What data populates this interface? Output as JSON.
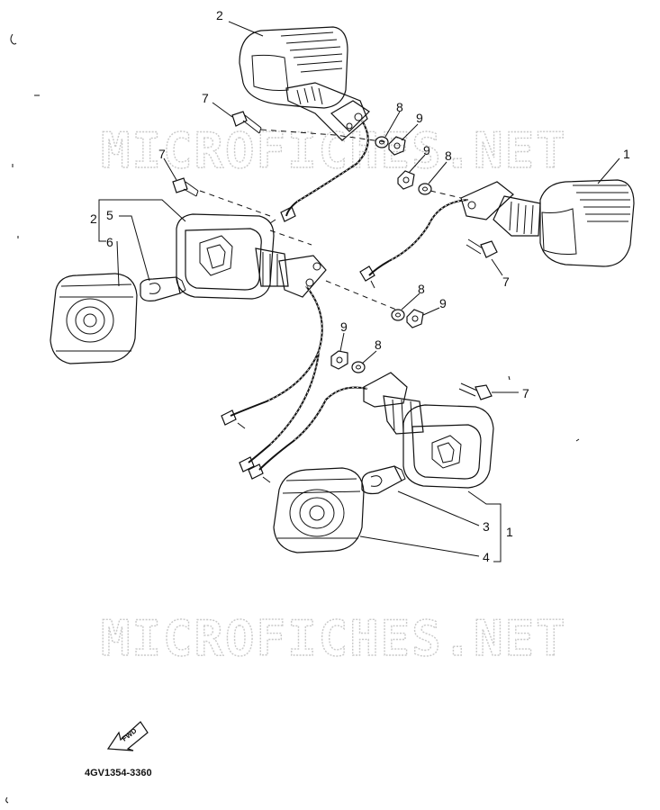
{
  "watermark": {
    "text": "MICROFICHES.NET"
  },
  "callouts": {
    "n1a": "1",
    "n1b": "1",
    "n2a": "2",
    "n2b": "2",
    "n3": "3",
    "n4": "4",
    "n5": "5",
    "n6": "6",
    "n7a": "7",
    "n7b": "7",
    "n7c": "7",
    "n7d": "7",
    "n8a": "8",
    "n8b": "8",
    "n8c": "8",
    "n8d": "8",
    "n9a": "9",
    "n9b": "9",
    "n9c": "9",
    "n9d": "9"
  },
  "footer": {
    "part_code": "4GV1354-3360",
    "direction_label": "FWD"
  },
  "icons": {
    "direction": "forward-arrow-icon"
  }
}
